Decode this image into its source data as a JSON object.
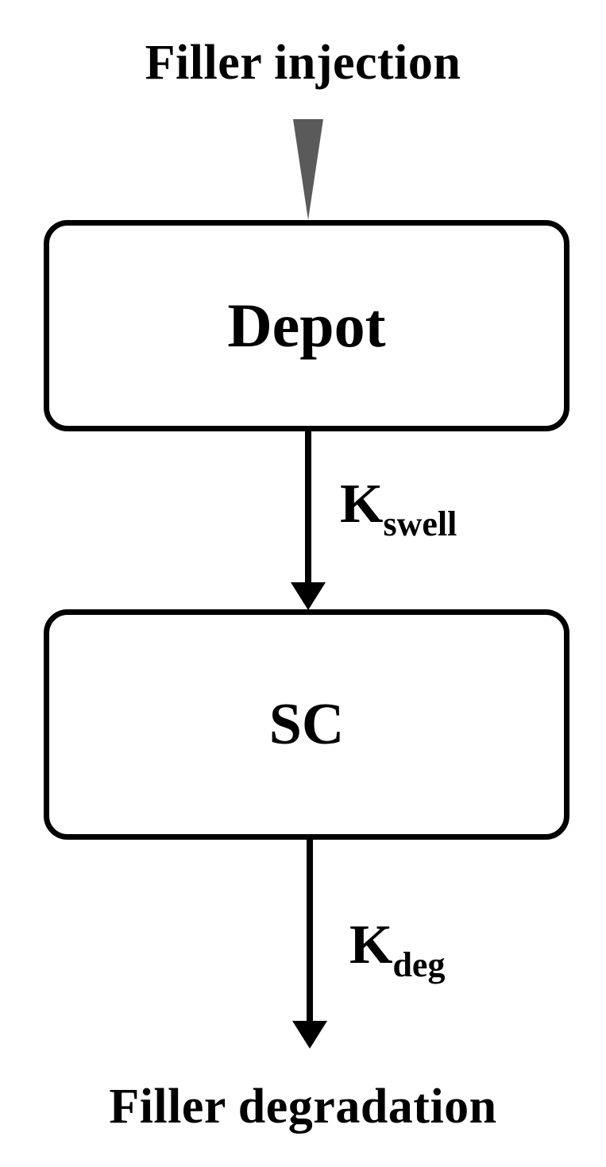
{
  "diagram": {
    "title_caption": "Filler injection",
    "bottom_caption": "Filler degradation",
    "colors": {
      "background": "#ffffff",
      "line": "#000000",
      "injection_arrow": "#5a5a5a"
    },
    "boxes": [
      {
        "id": "depot",
        "label": "Depot"
      },
      {
        "id": "sc",
        "label": "SC"
      }
    ],
    "arrows": [
      {
        "from": "depot",
        "to": "sc",
        "rate_base": "K",
        "rate_sub": "swell"
      },
      {
        "from": "sc",
        "to": "degradation",
        "rate_base": "K",
        "rate_sub": "deg"
      }
    ]
  }
}
